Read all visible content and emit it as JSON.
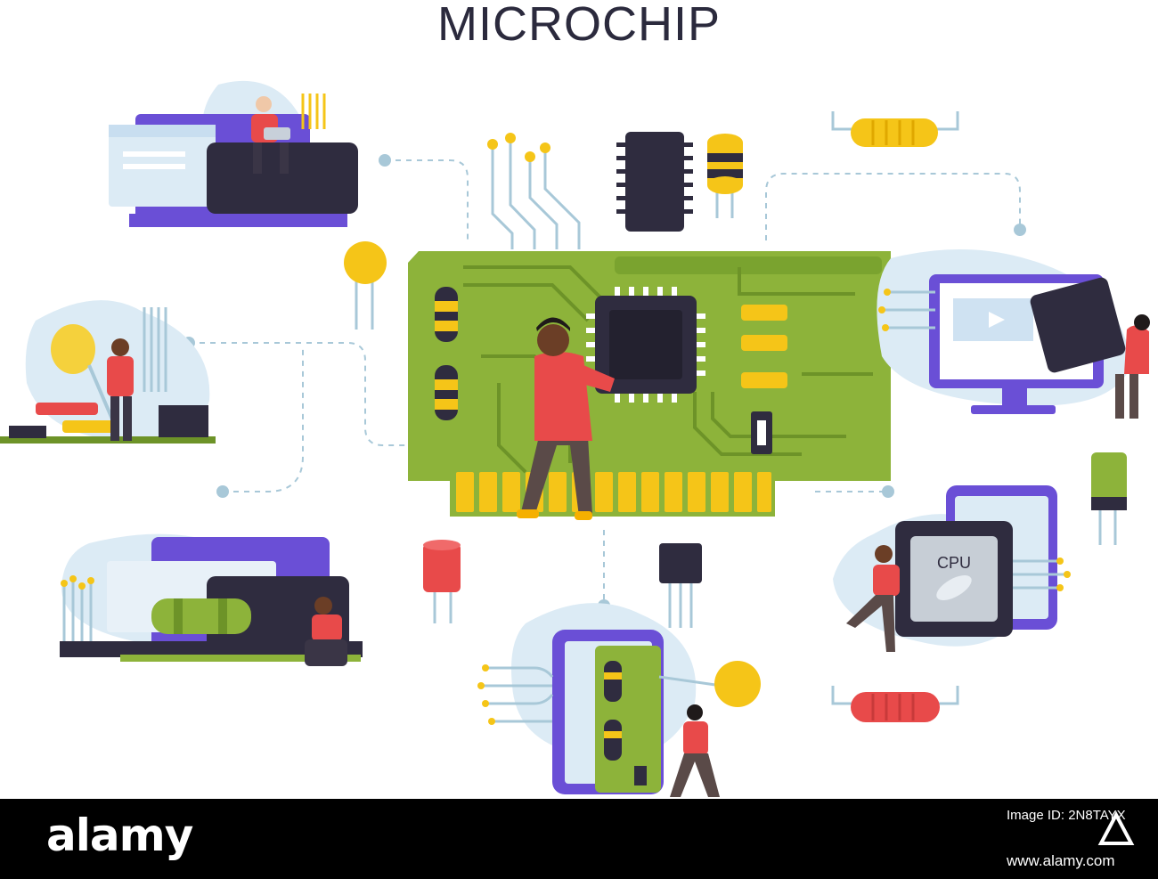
{
  "title": "MICROCHIP",
  "cpu_label": "CPU",
  "colors": {
    "board_green": "#8db33a",
    "board_dark": "#6d9328",
    "chip_dark": "#2f2c3f",
    "accent_purple": "#6a4fd6",
    "gold": "#f5c518",
    "shirt_red": "#e84a4a",
    "connector_dots": "#a8c8d8",
    "blob_blue": "#dcebf5"
  },
  "footer": {
    "brand": "alamy",
    "image_id": "Image ID: 2N8TAYX",
    "url": "www.alamy.com"
  }
}
